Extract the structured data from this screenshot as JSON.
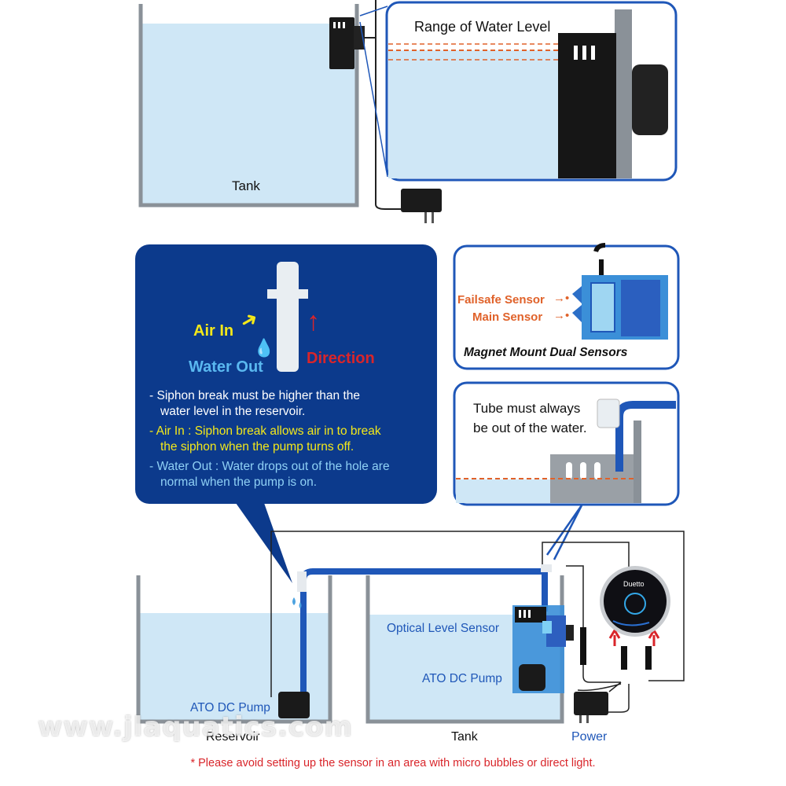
{
  "top": {
    "tank_label": "Tank",
    "zoom_title": "Range of Water Level"
  },
  "siphon_panel": {
    "air_in": "Air In",
    "water_out": "Water Out",
    "direction": "Direction",
    "bullets": [
      {
        "dash": "-",
        "line1": "Siphon break must be higher than the",
        "line2": "water level in the reservoir."
      },
      {
        "dash": "-",
        "line1": "Air In : Siphon break allows air in to break",
        "line2": "the siphon when the pump turns off."
      },
      {
        "dash": "-",
        "line1": "Water Out : Water drops out of the hole are",
        "line2": "normal when the pump is on."
      }
    ]
  },
  "sensor_panel": {
    "failsafe": "Failsafe Sensor",
    "main": "Main Sensor",
    "caption": "Magnet Mount Dual Sensors"
  },
  "tube_panel": {
    "line1": "Tube must always",
    "line2": "be out of the water."
  },
  "bottom": {
    "reservoir": "Reservoir",
    "pump_left": "ATO DC Pump",
    "optical": "Optical Level Sensor",
    "pump_right": "ATO DC Pump",
    "tank": "Tank",
    "power": "Power",
    "controller_brand": "Duetto"
  },
  "note": "* Please avoid setting up the sensor in an area with micro bubbles or direct light.",
  "watermark": "www.jlaquatics.com",
  "colors": {
    "water": "#cfe7f6",
    "tank_wall": "#8a9198",
    "panel_blue": "#0c3a8c",
    "tube_blue": "#1f57b8",
    "orange": "#e0622a",
    "yellow": "#f3e81a",
    "red": "#d9252a",
    "light_blue_text": "#8fd0f5"
  },
  "icons": [
    "siphon-break-fitting-icon",
    "water-drop-icon",
    "arrow-up-icon",
    "power-adapter-icon",
    "controller-icon"
  ]
}
